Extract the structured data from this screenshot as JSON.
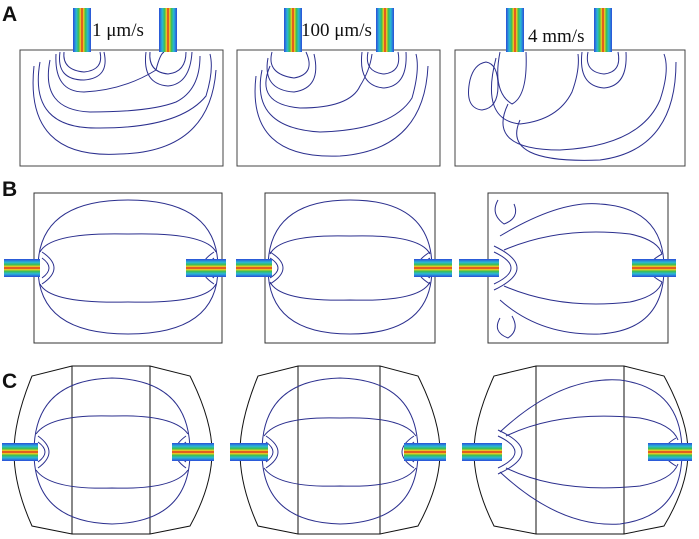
{
  "panels": [
    {
      "label": "A",
      "columns": [
        {
          "speed_label": "1 μm/s"
        },
        {
          "speed_label": "100 μm/s"
        },
        {
          "speed_label": "4 mm/s"
        }
      ]
    },
    {
      "label": "B"
    },
    {
      "label": "C"
    }
  ],
  "colors": {
    "contour": "#2b2f8e",
    "chamber_outline": "#333333",
    "channel_gradient": [
      "#d91f1f",
      "#f07a1a",
      "#f5d31e",
      "#3fbf4f",
      "#29b6d6",
      "#2b4bd9"
    ]
  }
}
